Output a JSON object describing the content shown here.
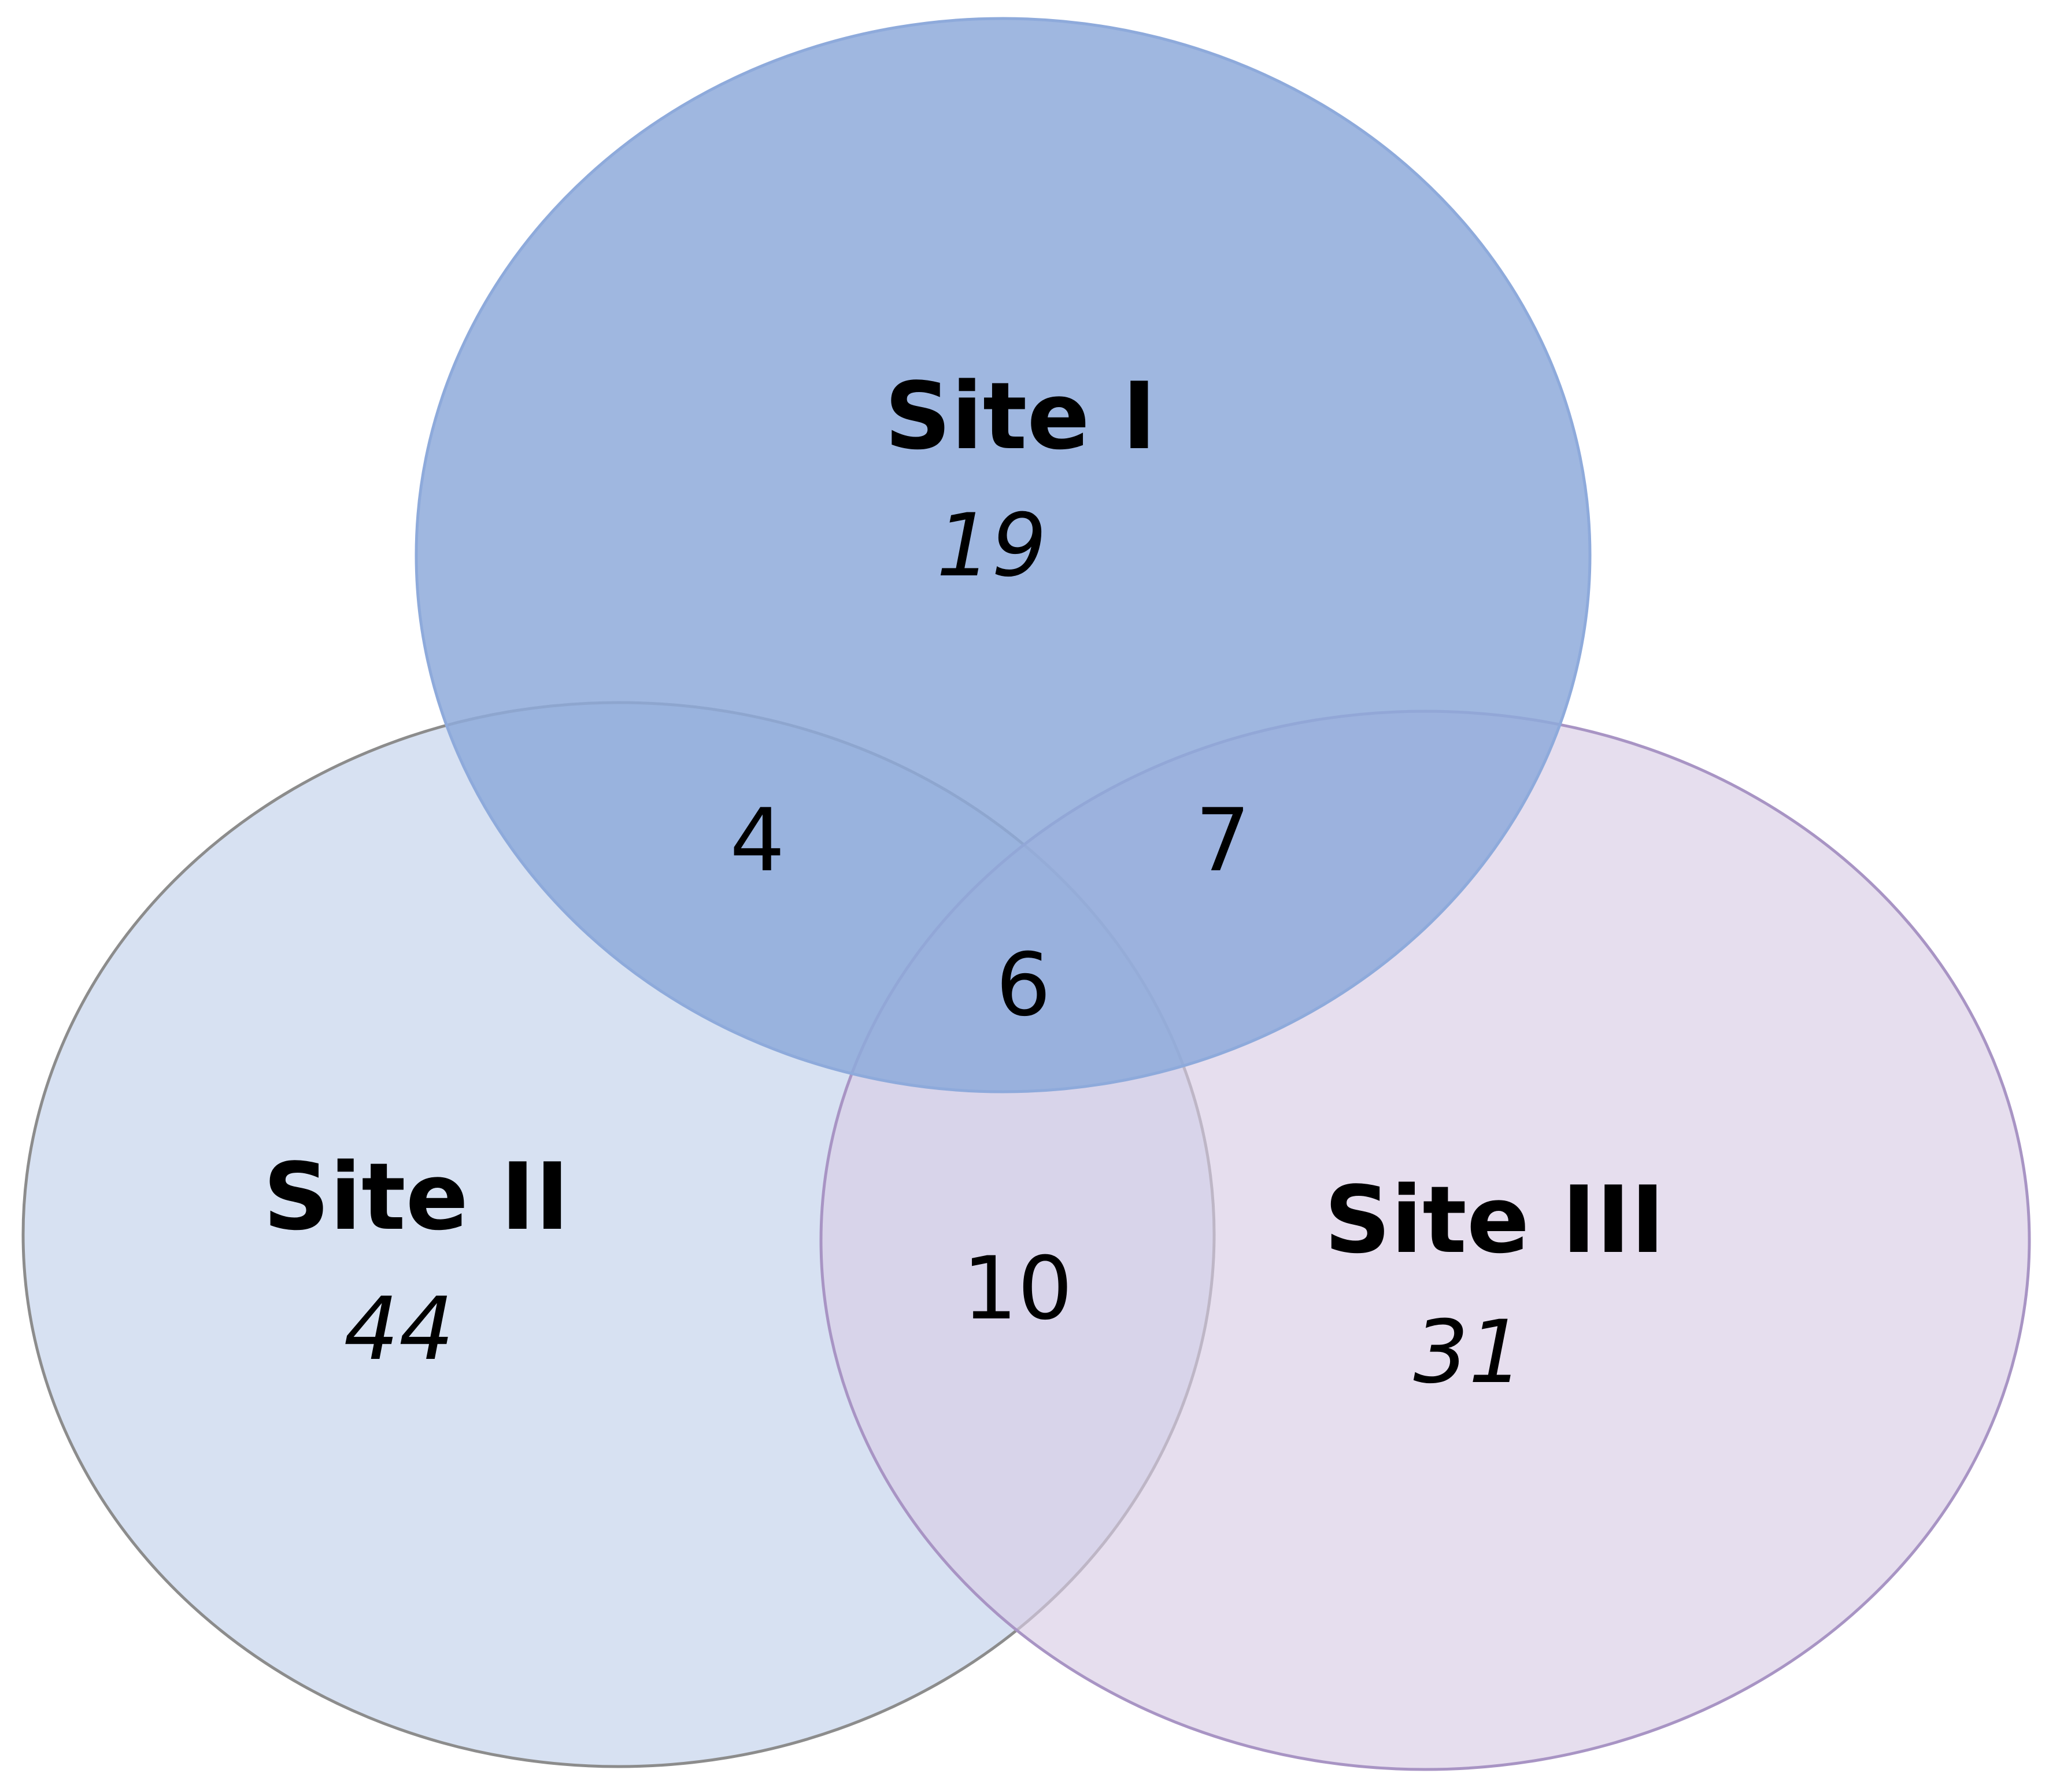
{
  "sets": [
    {
      "id": "site-1",
      "name": "Site I",
      "count": "19",
      "fill": "#8eaadb",
      "stroke": "#8eaadb",
      "fill_opacity": 0.85
    },
    {
      "id": "site-2",
      "name": "Site II",
      "count": "44",
      "fill": "#c9d7ee",
      "stroke": "#8c8c8c",
      "fill_opacity": 0.75
    },
    {
      "id": "site-3",
      "name": "Site III",
      "count": "31",
      "fill": "#d8cce5",
      "stroke": "#a894c4",
      "fill_opacity": 0.65
    }
  ],
  "overlaps": {
    "site1_site2": "4",
    "site1_site3": "7",
    "site2_site3": "10",
    "all_three": "6"
  }
}
